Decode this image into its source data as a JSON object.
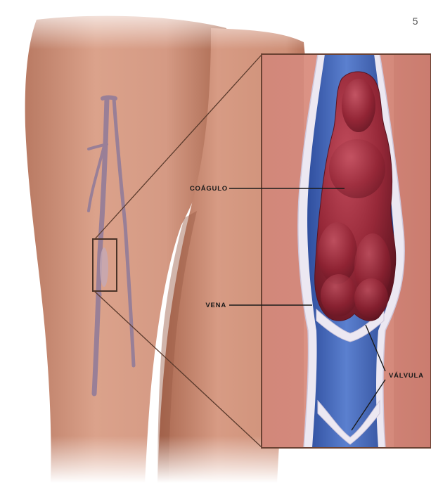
{
  "page": {
    "number": "5"
  },
  "labels": {
    "clot": "COÁGULO",
    "vein": "VENA",
    "valve": "VÁLVULA"
  },
  "colors": {
    "skin": "#d79a83",
    "skin_shadow": "#b77760",
    "vein_wall": "#e9e6f0",
    "blood_flow": "#3f63b4",
    "clot": "#8f2434",
    "zoom_frame": "#5a3a2c",
    "inset_background": "#d88c80"
  },
  "icons": {
    "zoom_box": "rectangle-outline",
    "leader_lines": "straight-lines"
  }
}
